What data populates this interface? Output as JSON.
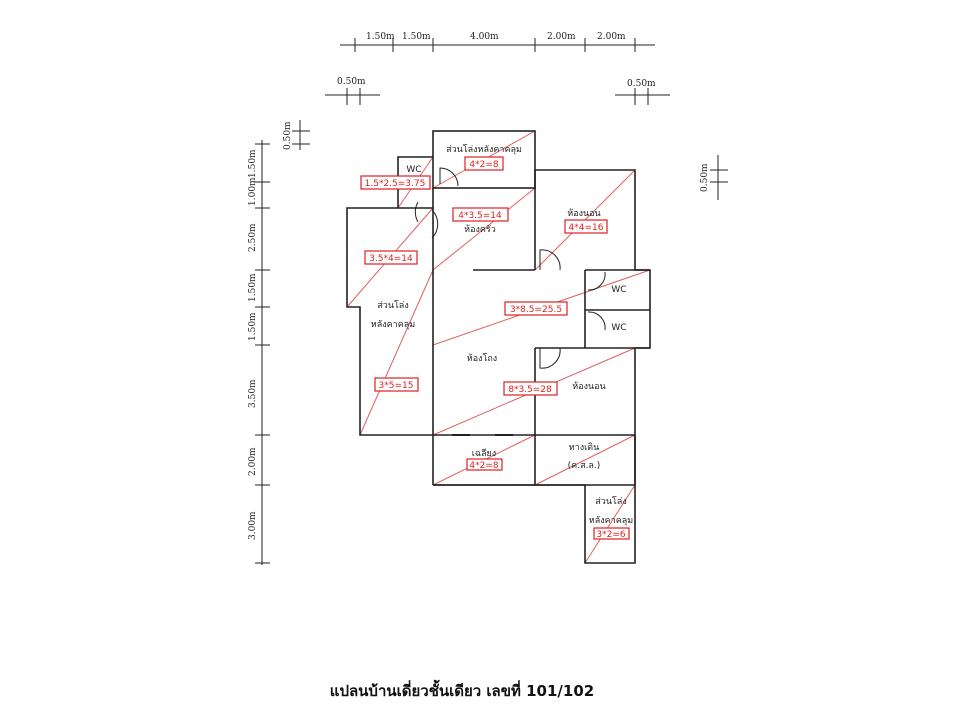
{
  "title": "แปลนบ้านเดี่ยวชั้นเดียว เลขที่ 101/102",
  "dims_top": [
    "1.50m",
    "1.50m",
    "4.00m",
    "2.00m",
    "2.00m"
  ],
  "dims_offset": {
    "left": "0.50m",
    "right": "0.50m",
    "vleft": "0.50m",
    "vright": "0.50m"
  },
  "dims_left": [
    "1.50m",
    "1.00m",
    "2.50m",
    "1.50m",
    "1.50m",
    "3.50m",
    "2.00m",
    "3.00m"
  ],
  "rooms": {
    "storage_top": "ส่วนโล่งหลังคาคลุม",
    "wc1": "WC",
    "kitchen": "ห้องครัว",
    "bedroom1": "ห้องนอน",
    "wc2": "WC",
    "wc3": "WC",
    "storage_left_1": "ส่วนโล่ง",
    "storage_left_2": "หลังคาคลุม",
    "living": "ห้องโถง",
    "bedroom2": "ห้องนอน",
    "porch": "เฉลียง",
    "walkway_1": "ทางเดิน",
    "walkway_2": "(ค.ส.ล.)",
    "storage_bottom_1": "ส่วนโล่ง",
    "storage_bottom_2": "หลังคาคลุม"
  },
  "areas": {
    "storage_top": "4*2=8",
    "wc1": "1.5*2.5=3.75",
    "kitchen": "4*3.5=14",
    "bedroom1": "4*4=16",
    "left_upper": "3.5*4=14",
    "living": "3*8.5=25.5",
    "left_lower": "3*5=15",
    "bedroom2": "8*3.5=28",
    "porch": "4*2=8",
    "storage_bottom": "3*2=6"
  }
}
